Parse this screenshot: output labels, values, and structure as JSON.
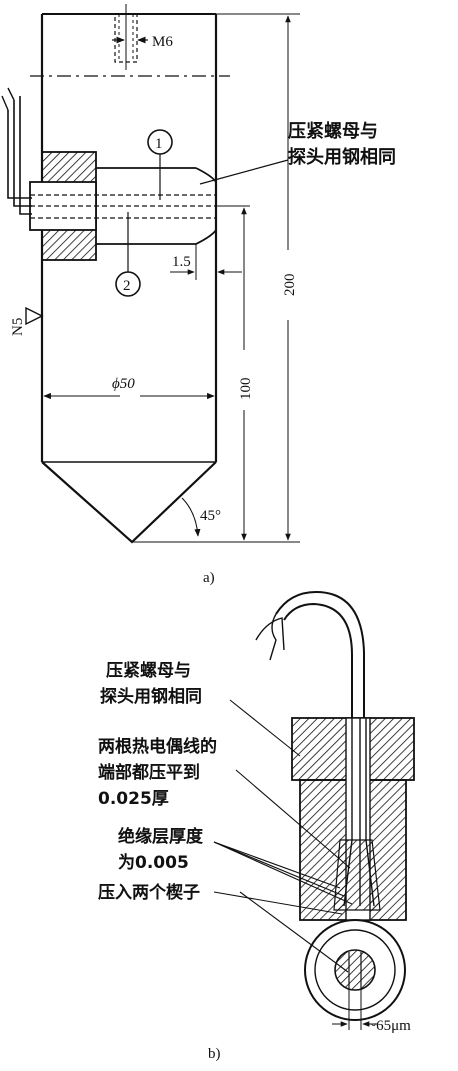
{
  "figure_a": {
    "thread_label": "M6",
    "callout_1": "1",
    "callout_2": "2",
    "nut_label_line1": "压紧螺母与",
    "nut_label_line2": "探头用钢相同",
    "dim_gap": "1.5",
    "roughness": "N5",
    "dim_diameter": "ϕ50",
    "dim_total_height": "200",
    "dim_body_height": "100",
    "dim_angle": "45°",
    "caption": "a)"
  },
  "figure_b": {
    "nut_label_line1": "压紧螺母与",
    "nut_label_line2": "探头用钢相同",
    "wire_label_line1": "两根热电偶线的",
    "wire_label_line2": "端部都压平到",
    "wire_label_line3": "0.025厚",
    "insulation_label_line1": "绝缘层厚度",
    "insulation_label_line2": "为0.005",
    "wedge_label": "压入两个楔子",
    "dim_width": "~65μm",
    "caption": "b)"
  }
}
